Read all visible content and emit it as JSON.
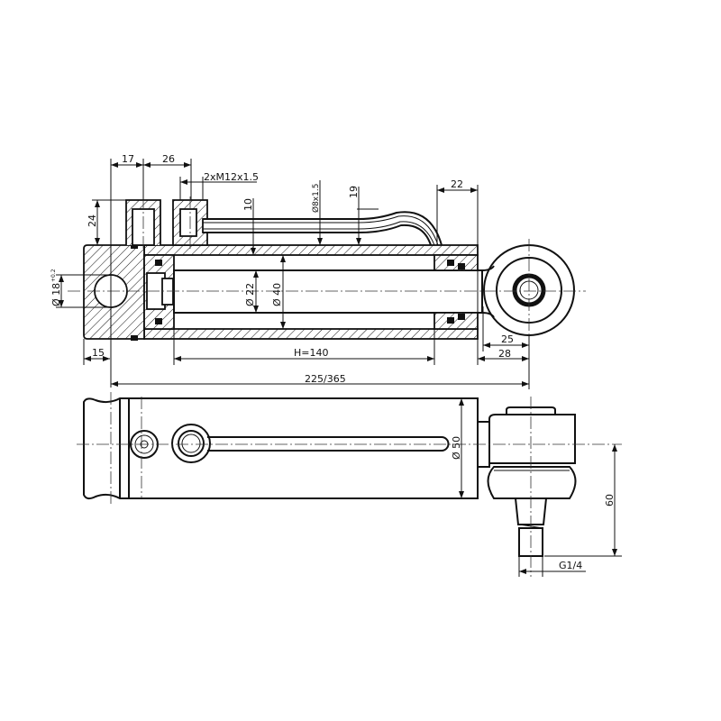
{
  "title": "Hydraulic cylinder drawing",
  "top_view": {
    "dim_17": "17",
    "dim_26": "26",
    "port_thread": "2xM12x1.5",
    "dim_24": "24",
    "dim_10": "10",
    "pipe": "Ø8x1.5",
    "dim_19": "19",
    "dim_22_gland": "22",
    "pin_hole": "Ø 18",
    "pin_tol": "+0.2",
    "rod_dia": "Ø 22",
    "bore_dia": "Ø 40",
    "dim_15": "15",
    "stroke": "H=140",
    "dim_25": "25",
    "dim_28": "28",
    "length": "225/365"
  },
  "bottom_view": {
    "body_dia": "Ø 50",
    "dim_60": "60",
    "fitting_thread": "G1/4"
  }
}
